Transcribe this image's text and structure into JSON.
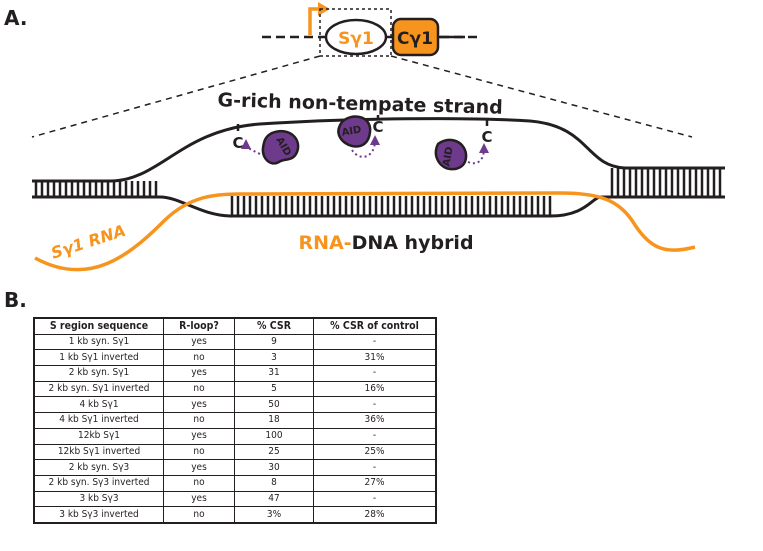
{
  "panel_a": {
    "label": "A.",
    "switch_region_label": "Sγ1",
    "constant_region_label": "Cγ1",
    "strand_label": "G-rich non-tempate strand",
    "c_marks": [
      "C",
      "C",
      "C"
    ],
    "aid_labels": [
      "AID",
      "AID",
      "AID"
    ],
    "rna_label": "Sγ1 RNA",
    "hybrid_label_rna": "RNA-",
    "hybrid_label_dna": "DNA hybrid",
    "colors": {
      "orange": "#f7941d",
      "purple": "#6e3a8c",
      "dark": "#231f20"
    }
  },
  "panel_b": {
    "label": "B.",
    "headers": [
      "S region sequence",
      "R-loop?",
      "% CSR",
      "% CSR of control"
    ],
    "rows": [
      [
        "1 kb syn. Sγ1",
        "yes",
        "9",
        "-"
      ],
      [
        "1 kb Sγ1 inverted",
        "no",
        "3",
        "31%"
      ],
      [
        "2 kb syn. Sγ1",
        "yes",
        "31",
        "-"
      ],
      [
        "2 kb syn. Sγ1 inverted",
        "no",
        "5",
        "16%"
      ],
      [
        "4 kb Sγ1",
        "yes",
        "50",
        "-"
      ],
      [
        "4 kb Sγ1 inverted",
        "no",
        "18",
        "36%"
      ],
      [
        "12kb Sγ1",
        "yes",
        "100",
        "-"
      ],
      [
        "12kb Sγ1 inverted",
        "no",
        "25",
        "25%"
      ],
      [
        "2 kb syn. Sγ3",
        "yes",
        "30",
        "-"
      ],
      [
        "2 kb syn. Sγ3 inverted",
        "no",
        "8",
        "27%"
      ],
      [
        "3 kb  Sγ3",
        "yes",
        "47",
        "-"
      ],
      [
        "3 kb  Sγ3 inverted",
        "no",
        "3%",
        "28%"
      ]
    ]
  }
}
